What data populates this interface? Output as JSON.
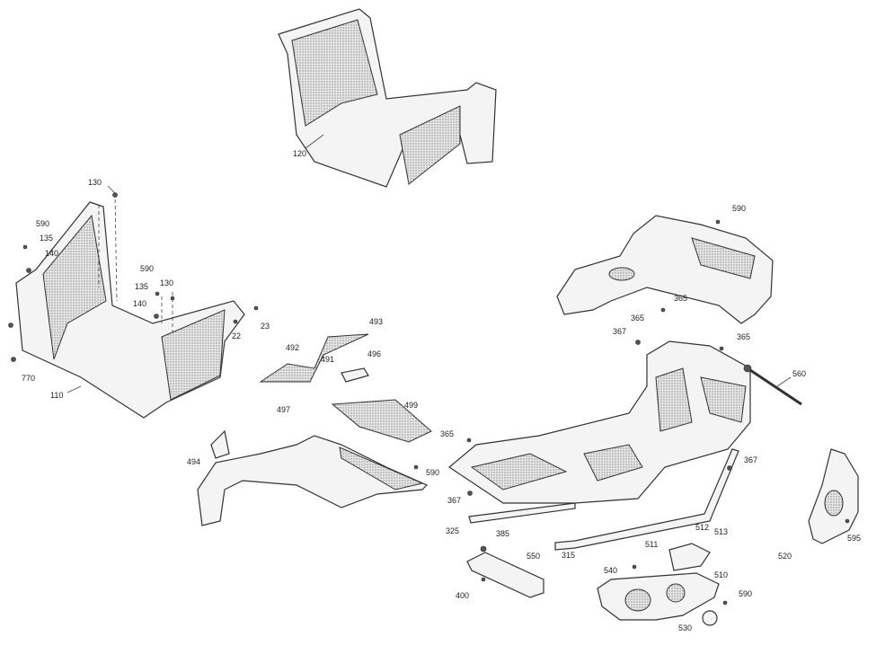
{
  "diagram": {
    "type": "exploded parts view",
    "callouts": [
      "120",
      "130",
      "590",
      "135",
      "140",
      "590",
      "135",
      "130",
      "140",
      "22",
      "23",
      "770",
      "110",
      "590",
      "365",
      "365",
      "367",
      "365",
      "560",
      "493",
      "492",
      "491",
      "496",
      "497",
      "499",
      "494",
      "365",
      "590",
      "367",
      "367",
      "325",
      "315",
      "385",
      "550",
      "400",
      "511",
      "512",
      "513",
      "540",
      "510",
      "590",
      "530",
      "520",
      "595"
    ]
  }
}
